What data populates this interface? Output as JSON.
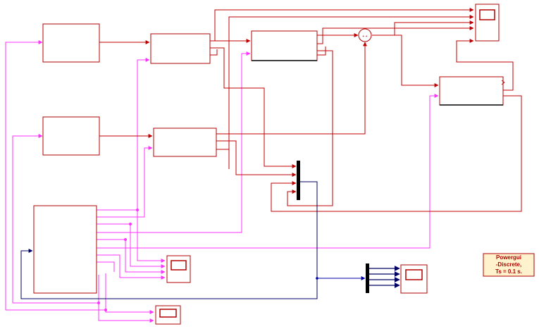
{
  "diagram": {
    "type": "simulink-block-diagram",
    "colors": {
      "background": "#ffffff",
      "block_border": "#b30000",
      "signal_red": "#c00000",
      "signal_magenta": "#ff33ff",
      "signal_navy": "#000066",
      "signal_blue": "#0000aa",
      "mux_bar": "#000000",
      "powergui_fill": "#fff2cc"
    },
    "powergui": {
      "line1": "Powergui",
      "line2": "-Discrete,",
      "line3": "Ts = 0.1 s."
    },
    "sum_block": {
      "signs": "+ +"
    }
  }
}
